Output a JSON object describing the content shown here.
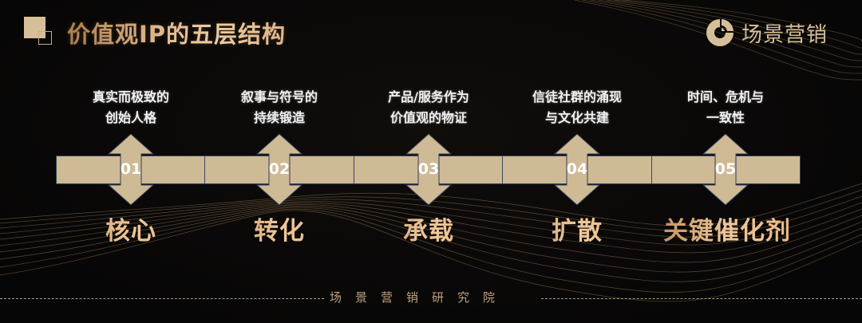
{
  "header": {
    "title": "价值观IP的五层结构",
    "logo_text": "场景营销",
    "logo_icon": "scene-marketing-logo-icon"
  },
  "colors": {
    "background": "#0a0808",
    "bar": "#cfba96",
    "bar_divider": "#3b4660",
    "gold_text": "#e7c39a",
    "caption_text": "#f2f2f2",
    "footer_text": "#bfa37f"
  },
  "layers": [
    {
      "number": "01",
      "description_line1": "真实而极致的",
      "description_line2": "创始人格",
      "label": "核心"
    },
    {
      "number": "02",
      "description_line1": "叙事与符号的",
      "description_line2": "持续锻造",
      "label": "转化"
    },
    {
      "number": "03",
      "description_line1": "产品/服务作为",
      "description_line2": "价值观的物证",
      "label": "承载"
    },
    {
      "number": "04",
      "description_line1": "信徒社群的涌现",
      "description_line2": "与文化共建",
      "label": "扩散"
    },
    {
      "number": "05",
      "description_line1": "时间、危机与",
      "description_line2": "一致性",
      "label": "关键催化剂"
    }
  ],
  "footer": {
    "text": "场景营销研究院"
  }
}
